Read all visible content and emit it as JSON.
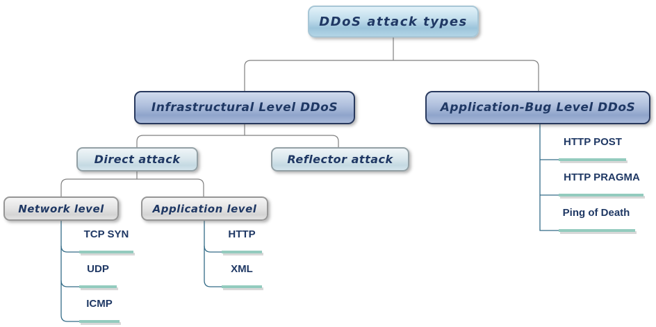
{
  "diagram": {
    "title": "DDoS attack types",
    "nodes": {
      "root": {
        "label": "DDoS attack types"
      },
      "infra": {
        "label": "Infrastructural Level DDoS"
      },
      "appbug": {
        "label": "Application-Bug Level DDoS"
      },
      "direct": {
        "label": "Direct attack"
      },
      "reflector": {
        "label": "Reflector attack"
      },
      "network": {
        "label": "Network level"
      },
      "applevel": {
        "label": "Application level"
      }
    },
    "leaves": {
      "tcp_syn": {
        "label": "TCP SYN"
      },
      "udp": {
        "label": "UDP"
      },
      "icmp": {
        "label": "ICMP"
      },
      "http": {
        "label": "HTTP"
      },
      "xml": {
        "label": "XML"
      },
      "http_post": {
        "label": "HTTP POST"
      },
      "http_pragma": {
        "label": "HTTP PRAGMA"
      },
      "ping_of_death": {
        "label": "Ping of Death"
      }
    },
    "edges": [
      {
        "from": "DDoS attack types",
        "to": "Infrastructural Level DDoS"
      },
      {
        "from": "DDoS attack types",
        "to": "Application-Bug Level DDoS"
      },
      {
        "from": "Infrastructural Level DDoS",
        "to": "Direct attack"
      },
      {
        "from": "Infrastructural Level DDoS",
        "to": "Reflector attack"
      },
      {
        "from": "Direct attack",
        "to": "Network level"
      },
      {
        "from": "Direct attack",
        "to": "Application level"
      },
      {
        "from": "Network level",
        "to": "TCP SYN"
      },
      {
        "from": "Network level",
        "to": "UDP"
      },
      {
        "from": "Network level",
        "to": "ICMP"
      },
      {
        "from": "Application level",
        "to": "HTTP"
      },
      {
        "from": "Application level",
        "to": "XML"
      },
      {
        "from": "Application-Bug Level DDoS",
        "to": "HTTP POST"
      },
      {
        "from": "Application-Bug Level DDoS",
        "to": "HTTP PRAGMA"
      },
      {
        "from": "Application-Bug Level DDoS",
        "to": "Ping of Death"
      }
    ],
    "colors": {
      "accent_underline": "#93CBBE",
      "trunk_line": "#336B87",
      "connector_line": "#7F7F7F",
      "text_navy": "#1F3864",
      "root_fill_mid": "#9CC4DB",
      "branch_fill_mid": "#8FA4CB",
      "sub_fill_mid": "#C4D9E2",
      "level_fill_mid": "#D4D4D4"
    }
  }
}
